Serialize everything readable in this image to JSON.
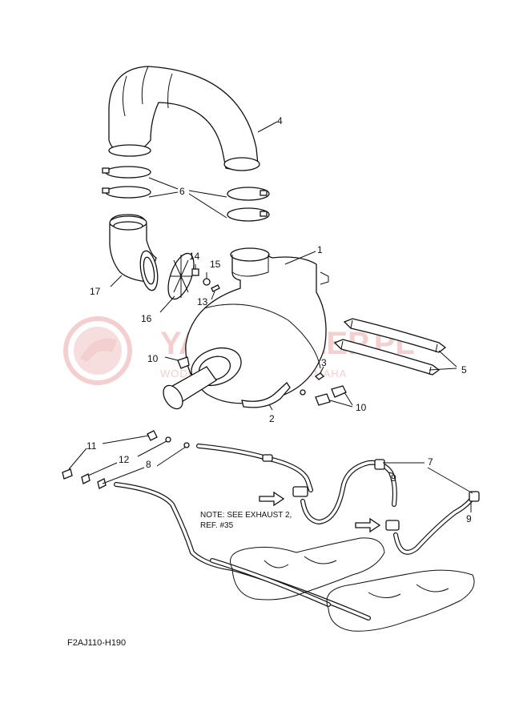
{
  "watermark": {
    "brand": "YAMA-SKLEP.PL",
    "subtitle": "WODNIEOWIZ | DEALER YAMAHA",
    "color": "#f2c4c4"
  },
  "note": {
    "line1": "NOTE: SEE EXHAUST 2,",
    "line2": "REF. #35"
  },
  "figure_code": "F2AJ110-H190",
  "callouts": {
    "c1": "1",
    "c2": "2",
    "c3": "3",
    "c4": "4",
    "c5": "5",
    "c6": "6",
    "c7": "7",
    "c8": "8",
    "c9a": "9",
    "c9b": "9",
    "c10a": "10",
    "c10b": "10",
    "c11": "11",
    "c12": "12",
    "c13": "13",
    "c14": "14",
    "c15": "15",
    "c16": "16",
    "c17": "17"
  }
}
